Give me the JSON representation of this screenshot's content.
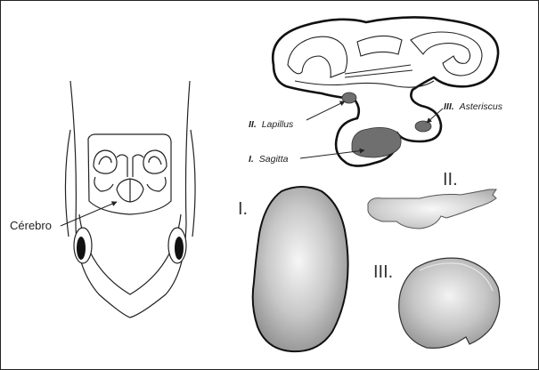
{
  "fish_diagram": {
    "brain_label": "Cérebro"
  },
  "ear_diagram": {
    "lapillus": {
      "num": "II.",
      "name": "Lapillus"
    },
    "asteriscus": {
      "num": "III.",
      "name": "Asteriscus"
    },
    "sagitta": {
      "num": "I.",
      "name": "Sagitta"
    }
  },
  "otoliths": {
    "sagitta_numeral": "I.",
    "lapillus_numeral": "II.",
    "asteriscus_numeral": "III."
  },
  "colors": {
    "outline": "#1a1a1a",
    "otolith_fill_dark": "#6f6f6f",
    "otolith_gradient_center": "#f4f4f4",
    "otolith_gradient_edge": "#9a9a9a"
  }
}
